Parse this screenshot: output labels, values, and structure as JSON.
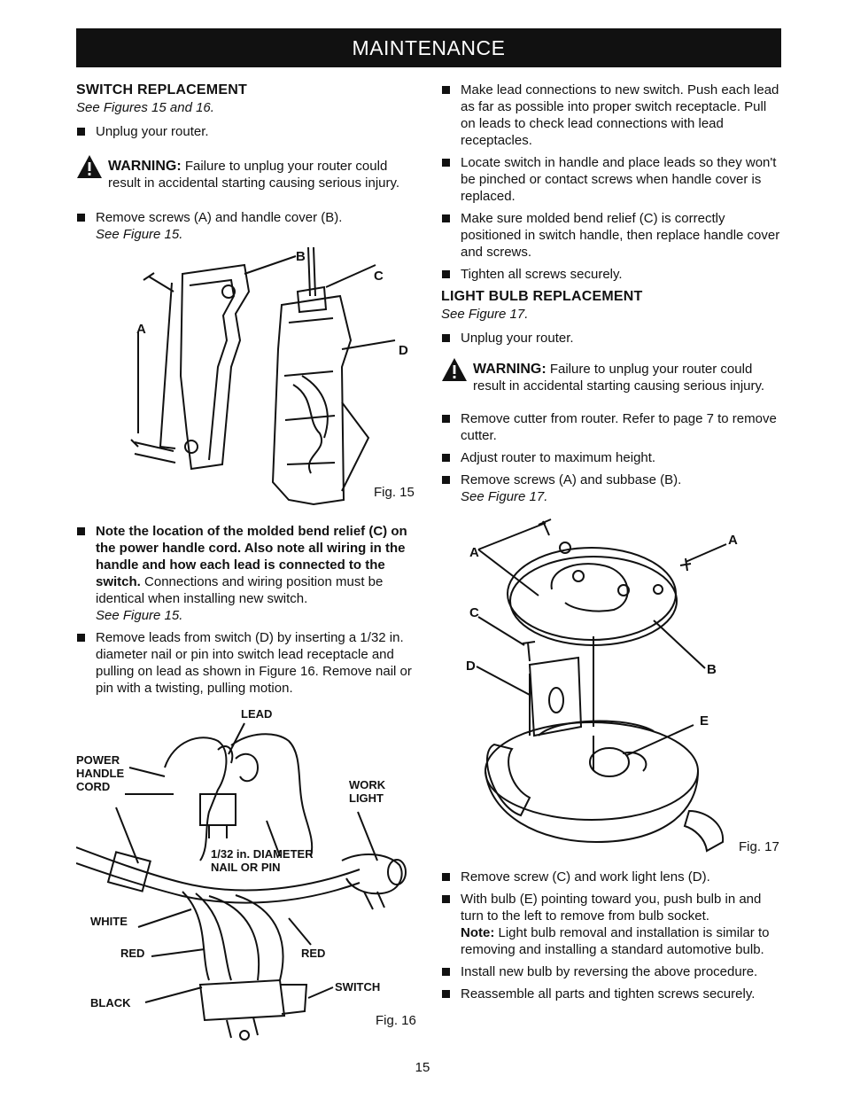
{
  "header": {
    "title": "MAINTENANCE"
  },
  "switch": {
    "heading": "SWITCH REPLACEMENT",
    "see": "See Figures 15 and 16.",
    "step1": "Unplug your router.",
    "warning_label": "WARNING:",
    "warning_text": "Failure to unplug your router could result in accidental starting causing serious injury.",
    "step2": "Remove screws (A) and handle cover (B).",
    "step2_see": "See Figure 15.",
    "fig15": {
      "caption": "Fig. 15",
      "labels": [
        "A",
        "B",
        "C",
        "D"
      ]
    },
    "note_bold": "Note the location of the molded bend relief (C) on the power handle cord. Also note all wiring in the handle and how each lead is connected to the switch.",
    "note_text": " Connections and wiring position must be identical when installing new switch.",
    "note_see": "See Figure 15.",
    "step3": "Remove leads from switch (D) by inserting a 1/32 in. diameter nail or pin into switch lead receptacle and pulling on lead as shown in Figure 16. Remove nail or pin with a twisting, pulling motion.",
    "fig16": {
      "caption": "Fig. 16",
      "lead": "LEAD",
      "power_cord": "POWER HANDLE CORD",
      "work_light": "WORK LIGHT",
      "nail": "1/32 in. DIAMETER NAIL OR PIN",
      "white": "WHITE",
      "red_left": "RED",
      "red_right": "RED",
      "black": "BLACK",
      "switch": "SWITCH"
    }
  },
  "switch_cont": {
    "step4": "Make lead connections to new switch. Push each lead as far as possible into proper switch receptacle. Pull on leads to check lead connections with lead receptacles.",
    "step5": "Locate switch in handle and place leads so they won't be pinched or contact screws when handle cover is replaced.",
    "step6": "Make sure molded bend relief (C) is correctly positioned in switch handle, then replace handle cover and screws.",
    "step7": "Tighten all screws securely."
  },
  "bulb": {
    "heading": "LIGHT BULB REPLACEMENT",
    "see": "See Figure 17.",
    "step1": "Unplug your router.",
    "warning_label": "WARNING:",
    "warning_text": "Failure to unplug your router could result in accidental starting causing serious injury.",
    "step2": "Remove cutter from router. Refer to page 7 to remove cutter.",
    "step3": "Adjust router to maximum height.",
    "step4": "Remove screws (A) and subbase (B).",
    "step4_see": "See Figure 17.",
    "fig17": {
      "caption": "Fig. 17",
      "labels": [
        "A",
        "A",
        "C",
        "D",
        "B",
        "E"
      ]
    },
    "step5": "Remove screw (C) and work light lens (D).",
    "step6": "With bulb (E) pointing toward you, push bulb in and turn to the left to remove from bulb socket.",
    "note_label": "Note:",
    "note_text": " Light bulb removal and installation is similar to removing and installing a standard automotive bulb.",
    "step7": "Install new bulb by reversing the above procedure.",
    "step8": "Reassemble all parts and tighten screws securely."
  },
  "footer": {
    "page": "15"
  }
}
